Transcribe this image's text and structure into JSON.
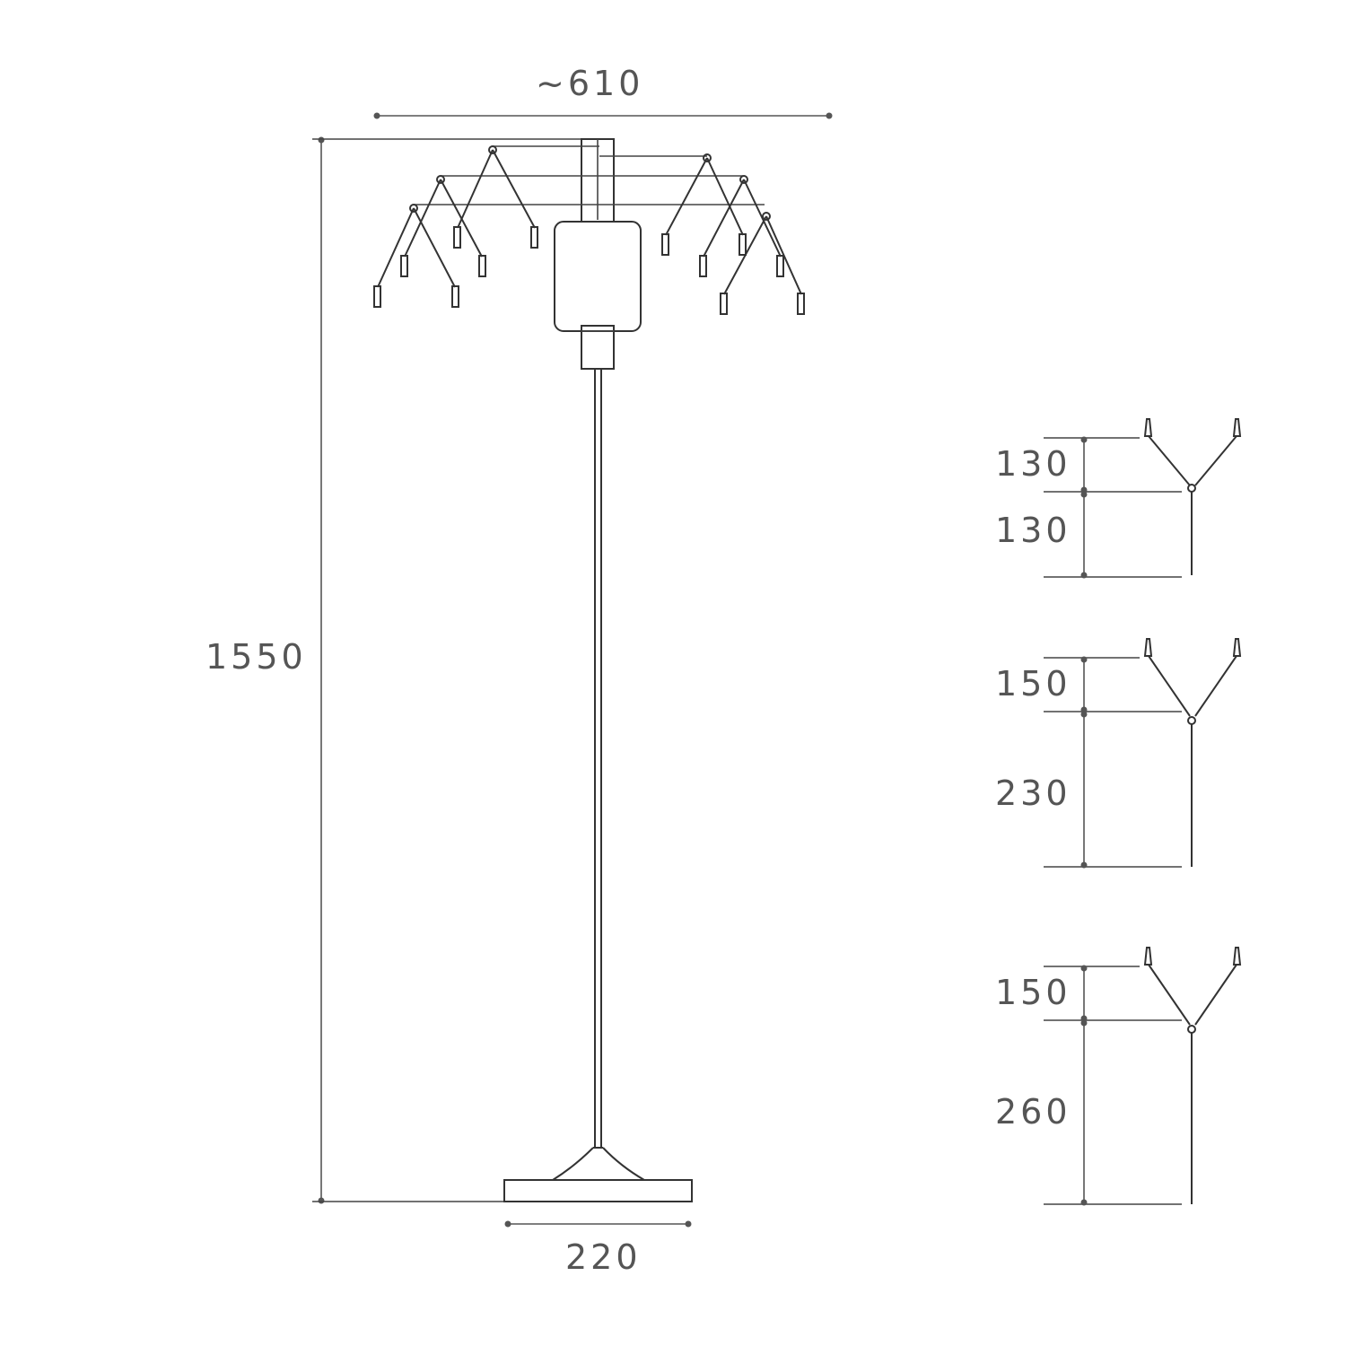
{
  "main_view": {
    "width_label": "~610",
    "height_label": "1550",
    "base_label": "220"
  },
  "branch_details": [
    {
      "upper": "130",
      "lower": "130"
    },
    {
      "upper": "150",
      "lower": "230"
    },
    {
      "upper": "150",
      "lower": "260"
    }
  ]
}
